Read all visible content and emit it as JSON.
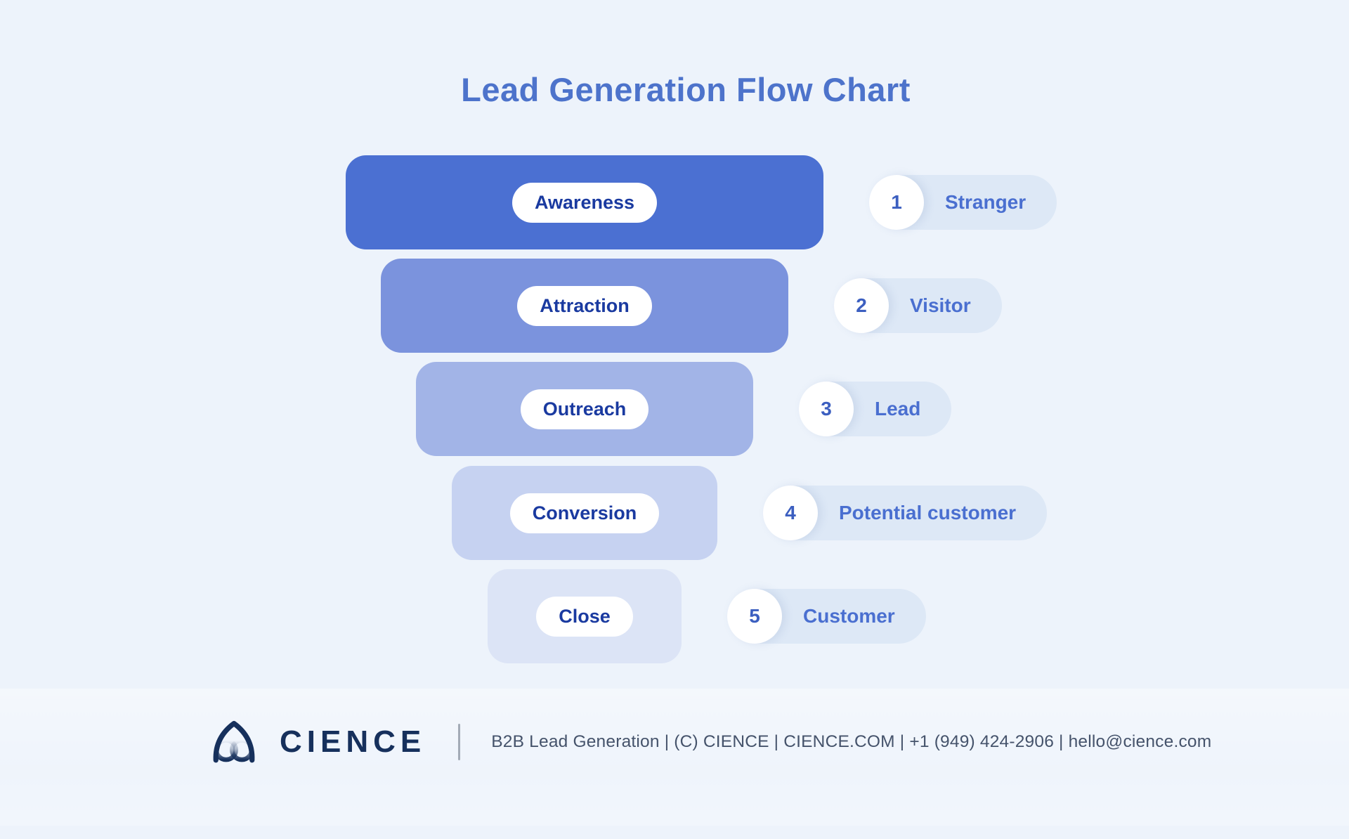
{
  "title": "Lead Generation Flow Chart",
  "funnel": {
    "type": "funnel-flow-chart",
    "stages": [
      {
        "number": "1",
        "label": "Awareness",
        "persona": "Stranger",
        "bar_color": "#4b70d2"
      },
      {
        "number": "2",
        "label": "Attraction",
        "persona": "Visitor",
        "bar_color": "#7b93dd"
      },
      {
        "number": "3",
        "label": "Outreach",
        "persona": "Lead",
        "bar_color": "#a2b4e7"
      },
      {
        "number": "4",
        "label": "Conversion",
        "persona": "Potential customer",
        "bar_color": "#c6d2f1"
      },
      {
        "number": "5",
        "label": "Close",
        "persona": "Customer",
        "bar_color": "#dce4f6"
      }
    ]
  },
  "footer": {
    "brand": "CIENCE",
    "tagline": "B2B Lead Generation | (C) CIENCE | CIENCE.COM | +1 (949) 424-2906 | hello@cience.com"
  },
  "colors": {
    "background": "#edf3fb",
    "title_text": "#4d73cb",
    "stage_label_text": "#1a3aa0",
    "stage_pill_bg": "#ffffff",
    "badge_bg": "#dde8f6",
    "badge_number_text": "#3c5fc0",
    "badge_persona_text": "#4a6fd0",
    "logo_navy": "#16305c",
    "footer_text": "#45536b"
  }
}
